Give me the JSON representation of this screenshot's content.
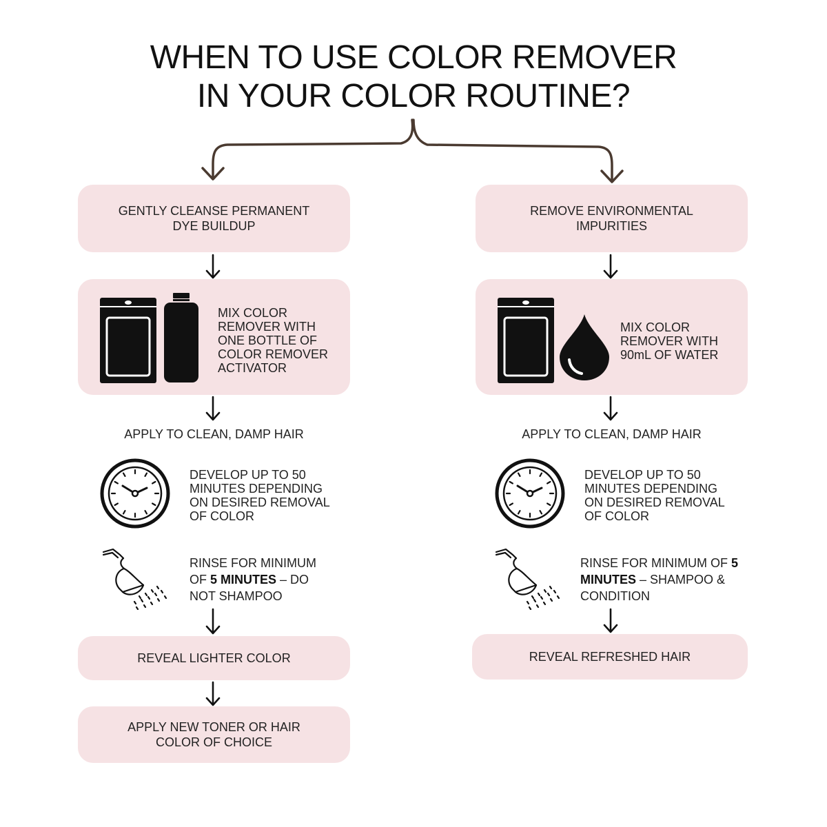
{
  "title": {
    "line1": "WHEN TO USE COLOR REMOVER",
    "line2": "IN YOUR COLOR ROUTINE?"
  },
  "colors": {
    "box_fill": "#f6e2e4",
    "connector": "#4a3a30",
    "arrow": "#111111",
    "icon": "#111111"
  },
  "left": {
    "start": "GENTLY CLEANSE PERMANENT DYE BUILDUP",
    "mix": "MIX COLOR REMOVER WITH ONE BOTTLE OF COLOR REMOVER ACTIVATOR",
    "mix_icons": [
      "packet-icon",
      "bottle-icon"
    ],
    "apply": "APPLY TO CLEAN, DAMP HAIR",
    "develop": "DEVELOP UP TO 50 MINUTES DEPENDING ON DESIRED REMOVAL OF COLOR",
    "develop_icon": "clock-icon",
    "rinse_pre": "RINSE FOR MINIMUM OF ",
    "rinse_bold": "5 MINUTES",
    "rinse_post": " – DO NOT SHAMPOO",
    "rinse_icon": "shower-icon",
    "reveal": "REVEAL LIGHTER COLOR",
    "final": "APPLY NEW TONER OR HAIR COLOR OF CHOICE"
  },
  "right": {
    "start": "REMOVE ENVIRONMENTAL IMPURITIES",
    "mix": "MIX COLOR REMOVER WITH 90mL OF WATER",
    "mix_icons": [
      "packet-icon",
      "water-drop-icon"
    ],
    "apply": "APPLY TO CLEAN, DAMP HAIR",
    "develop": "DEVELOP UP TO 50 MINUTES DEPENDING ON DESIRED REMOVAL OF COLOR",
    "develop_icon": "clock-icon",
    "rinse_pre": "RINSE FOR MINIMUM OF ",
    "rinse_bold": "5 MINUTES",
    "rinse_post": " – SHAMPOO & CONDITION",
    "rinse_icon": "shower-icon",
    "reveal": "REVEAL REFRESHED HAIR"
  }
}
